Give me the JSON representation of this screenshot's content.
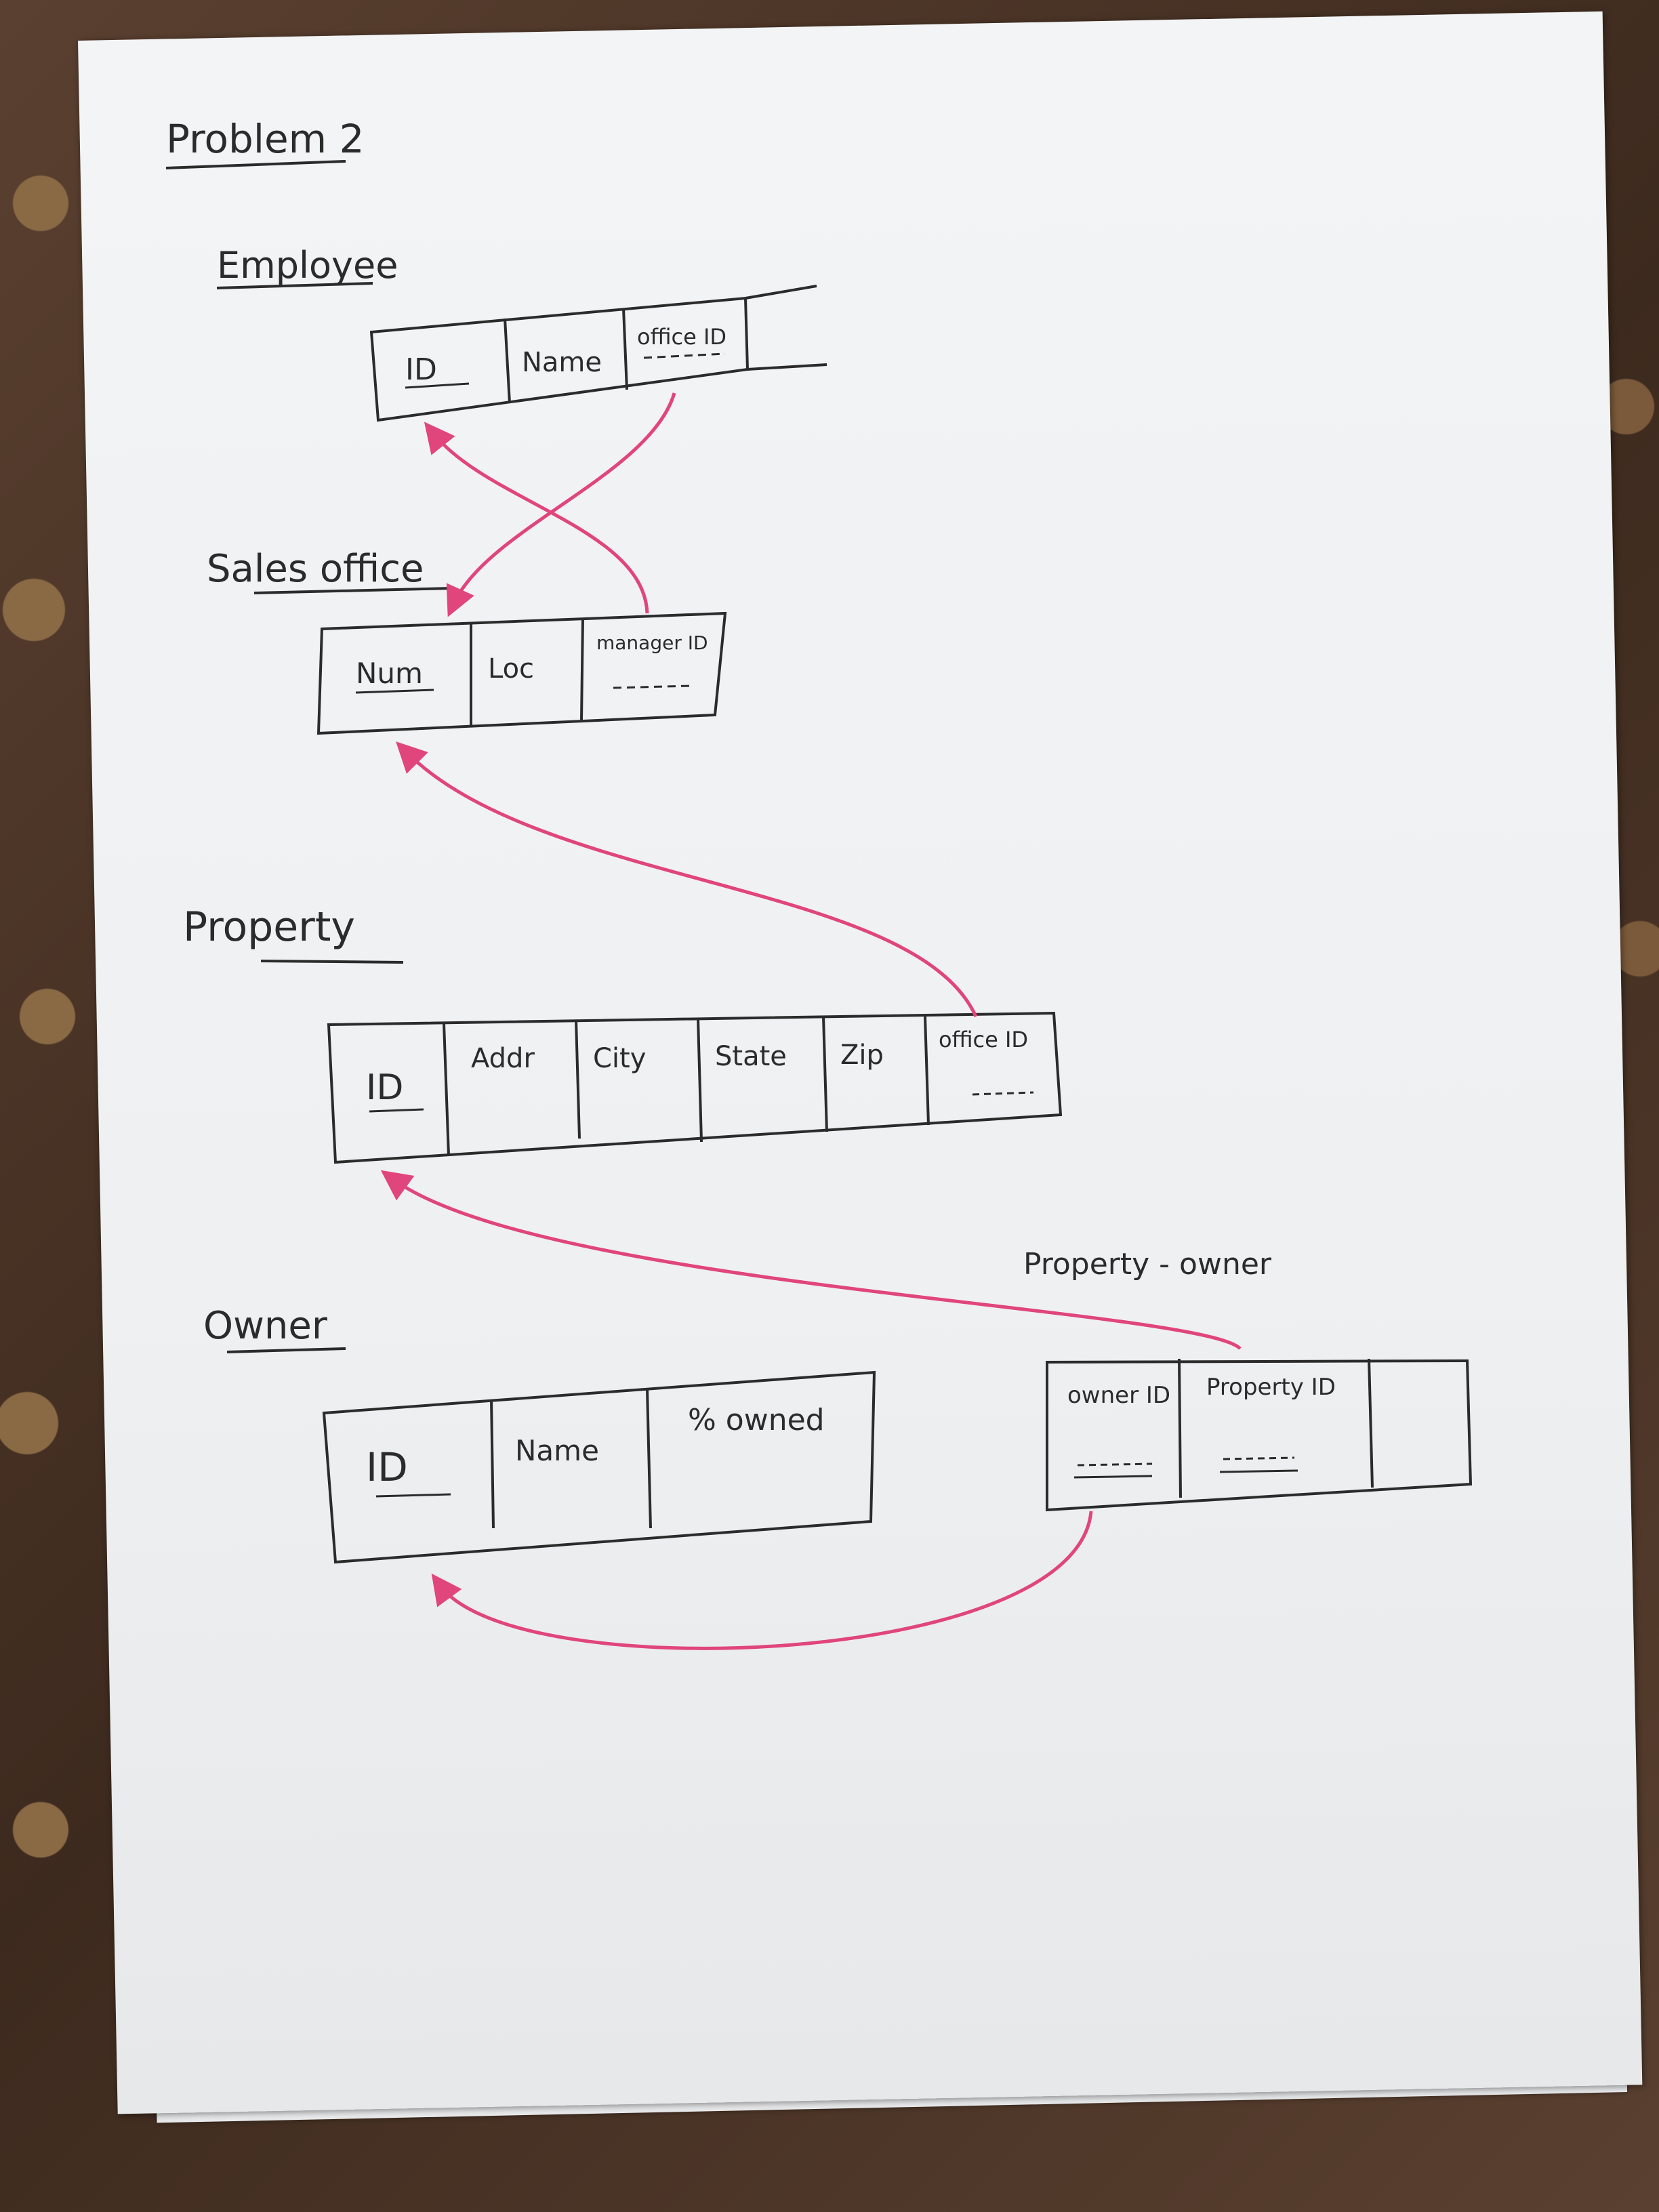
{
  "title": "Problem 2",
  "tables": [
    {
      "name": "Employee",
      "columns": [
        "ID",
        "Name",
        "office ID",
        ""
      ]
    },
    {
      "name": "Sales office",
      "columns": [
        "Num",
        "Loc",
        "manager ID"
      ]
    },
    {
      "name": "Property",
      "columns": [
        "ID",
        "Addr",
        "City",
        "State",
        "Zip",
        "office ID"
      ]
    },
    {
      "name": "Owner",
      "columns": [
        "ID",
        "Name",
        "% owned"
      ]
    },
    {
      "name": "Property - owner",
      "columns": [
        "owner ID",
        "Property ID",
        ""
      ]
    }
  ],
  "relationships": [
    {
      "from": "Employee.office ID",
      "to": "Sales office.Num"
    },
    {
      "from": "Sales office.manager ID",
      "to": "Employee.ID"
    },
    {
      "from": "Property.office ID",
      "to": "Sales office.Num"
    },
    {
      "from": "Property - owner.Property ID",
      "to": "Property.ID"
    },
    {
      "from": "Property - owner.owner ID",
      "to": "Owner.ID"
    }
  ],
  "colors": {
    "ink": "#2b2b2b",
    "arrow": "#e0457b",
    "paper": "#f1f2f4"
  }
}
